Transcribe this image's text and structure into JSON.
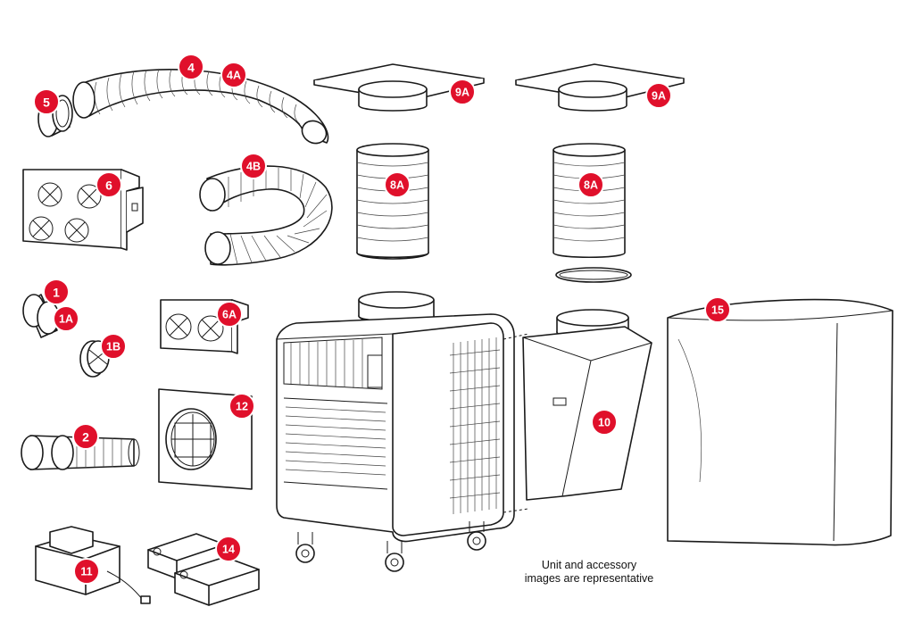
{
  "badge_color": "#e0102b",
  "badges": [
    {
      "id": "5",
      "name": "part-5-badge"
    },
    {
      "id": "4",
      "name": "part-4-badge"
    },
    {
      "id": "4A",
      "name": "part-4a-badge"
    },
    {
      "id": "9A",
      "name": "part-9a-badge-left"
    },
    {
      "id": "9A",
      "name": "part-9a-badge-right"
    },
    {
      "id": "6",
      "name": "part-6-badge"
    },
    {
      "id": "4B",
      "name": "part-4b-badge"
    },
    {
      "id": "8A",
      "name": "part-8a-badge-left"
    },
    {
      "id": "8A",
      "name": "part-8a-badge-right"
    },
    {
      "id": "1",
      "name": "part-1-badge"
    },
    {
      "id": "1A",
      "name": "part-1a-badge"
    },
    {
      "id": "6A",
      "name": "part-6a-badge"
    },
    {
      "id": "15",
      "name": "part-15-badge"
    },
    {
      "id": "1B",
      "name": "part-1b-badge"
    },
    {
      "id": "12",
      "name": "part-12-badge"
    },
    {
      "id": "10",
      "name": "part-10-badge"
    },
    {
      "id": "2",
      "name": "part-2-badge"
    },
    {
      "id": "11",
      "name": "part-11-badge"
    },
    {
      "id": "14",
      "name": "part-14-badge"
    }
  ],
  "note": {
    "line1": "Unit and accessory",
    "line2": "images are representative"
  }
}
